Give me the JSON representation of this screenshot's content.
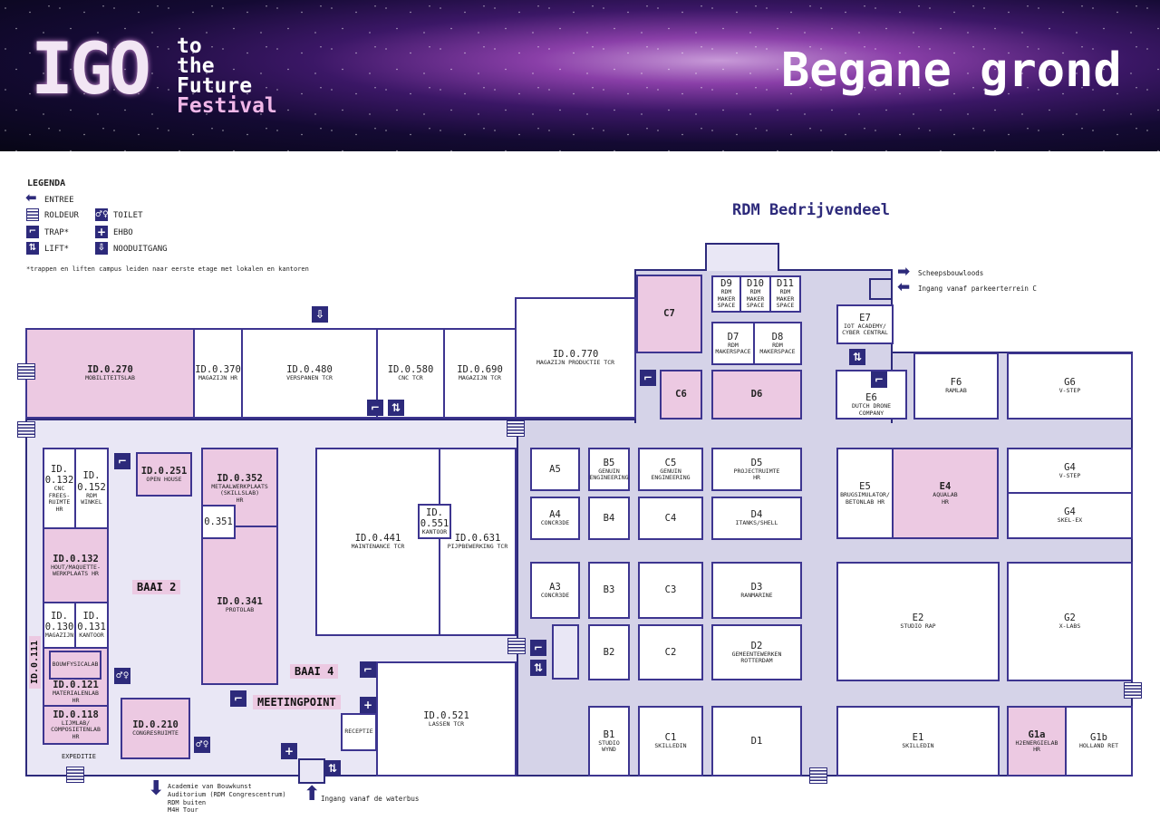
{
  "header": {
    "logo_main": "IGO",
    "logo_lines": [
      "to",
      "the",
      "Future"
    ],
    "logo_festival": "Festival",
    "title": "Begane grond"
  },
  "legend": {
    "title": "LEGENDA",
    "items": {
      "entree": "ENTREE",
      "roldeur": "ROLDEUR",
      "trap": "TRAP*",
      "lift": "LIFT*",
      "toilet": "TOILET",
      "ehbo": "EHBO",
      "nooduitgang": "NOODUITGANG"
    },
    "footnote": "*trappen en liften campus leiden naar eerste etage met lokalen en kantoren"
  },
  "section_title": "RDM Bedrijvendeel",
  "labels": {
    "baai2": "BAAI 2",
    "baai4": "BAAI 4",
    "meetingpoint": "MEETINGPOINT",
    "id0111": "ID.0.111",
    "expeditie": "EXPEDITIE",
    "scheepsbouwloods": "Scheepsbouwloods",
    "parkeerterrein": "Ingang vanaf parkeerterrein C",
    "waterbus": "Ingang vanaf de waterbus",
    "academie": "Academie van Bouwkunst\nAuditorium (RDM Congrescentrum)\nRDM buiten\nM4H Tour"
  },
  "rooms": {
    "id0270": {
      "code": "ID.0.270",
      "name": "MOBILITEITSLAB"
    },
    "id0370": {
      "code": "ID.0.370",
      "name": "MAGAZIJN HR"
    },
    "id0480": {
      "code": "ID.0.480",
      "name": "VERSPANEN TCR"
    },
    "id0580": {
      "code": "ID.0.580",
      "name": "CNC TCR"
    },
    "id0690": {
      "code": "ID.0.690",
      "name": "MAGAZIJN TCR"
    },
    "id0770": {
      "code": "ID.0.770",
      "name": "MAGAZIJN PRODUCTIE TCR"
    },
    "id0132a": {
      "code": "ID.\n0.132",
      "name": "CNC\nFREES-\nRUIMTE\nHR"
    },
    "id0152": {
      "code": "ID.\n0.152",
      "name": "RDM\nWINKEL"
    },
    "id0132": {
      "code": "ID.0.132",
      "name": "HOUT/MAQUETTE-\nWERKPLAATS HR"
    },
    "id0130": {
      "code": "ID.\n0.130",
      "name": "MAGAZIJN"
    },
    "id0131": {
      "code": "ID.\n0.131",
      "name": "KANTOOR"
    },
    "bouwfysica": {
      "code": "",
      "name": "BOUWFYSICALAB"
    },
    "id0121": {
      "code": "ID.0.121",
      "name": "MATERIALENLAB\nHR"
    },
    "id0118": {
      "code": "ID.0.118",
      "name": "LIJMLAB/\nCOMPOSIETENLAB\nHR"
    },
    "id0251": {
      "code": "ID.0.251",
      "name": "OPEN HOUSE"
    },
    "id0352": {
      "code": "ID.0.352",
      "name": "METAALWERKPLAATS\n(SKILLSLAB)\nHR"
    },
    "id0351": {
      "code": "0.351",
      "name": ""
    },
    "id0341": {
      "code": "ID.0.341",
      "name": "PROTOLAB"
    },
    "id0210": {
      "code": "ID.0.210",
      "name": "CONGRESRUIMTE"
    },
    "id0441": {
      "code": "ID.0.441",
      "name": "MAINTENANCE TCR"
    },
    "id0631": {
      "code": "ID.0.631",
      "name": "PIJPBEWERKING TCR"
    },
    "id0551": {
      "code": "ID.\n0.551",
      "name": "KANTOOR"
    },
    "id0521": {
      "code": "ID.0.521",
      "name": "LASSEN TCR"
    },
    "receptie": {
      "code": "",
      "name": "RECEPTIE"
    },
    "C7": {
      "code": "C7",
      "name": ""
    },
    "C6": {
      "code": "C6",
      "name": ""
    },
    "D6": {
      "code": "D6",
      "name": ""
    },
    "D9": {
      "code": "D9",
      "name": "RDM\nMAKER\nSPACE"
    },
    "D10": {
      "code": "D10",
      "name": "RDM\nMAKER\nSPACE"
    },
    "D11": {
      "code": "D11",
      "name": "RDM\nMAKER\nSPACE"
    },
    "D7": {
      "code": "D7",
      "name": "RDM\nMAKERSPACE"
    },
    "D8": {
      "code": "D8",
      "name": "RDM\nMAKERSPACE"
    },
    "E7": {
      "code": "E7",
      "name": "IOT ACADEMY/\nCYBER CENTRAL"
    },
    "E6": {
      "code": "E6",
      "name": "DUTCH DRONE\nCOMPANY"
    },
    "F6": {
      "code": "F6",
      "name": "RAMLAB"
    },
    "G6": {
      "code": "G6",
      "name": "V-STEP"
    },
    "A5": {
      "code": "A5",
      "name": ""
    },
    "B5": {
      "code": "B5",
      "name": "GENUIN\nENGINEERING"
    },
    "C5": {
      "code": "C5",
      "name": "GENUIN\nENGINEERING"
    },
    "D5": {
      "code": "D5",
      "name": "PROJECTRUIMTE\nHR"
    },
    "A4": {
      "code": "A4",
      "name": "CONCR3DE"
    },
    "B4": {
      "code": "B4",
      "name": ""
    },
    "C4": {
      "code": "C4",
      "name": ""
    },
    "D4": {
      "code": "D4",
      "name": "ITANKS/SHELL"
    },
    "A3": {
      "code": "A3",
      "name": "CONCR3DE"
    },
    "B3": {
      "code": "B3",
      "name": ""
    },
    "C3": {
      "code": "C3",
      "name": ""
    },
    "D3": {
      "code": "D3",
      "name": "RANMARINE"
    },
    "B2": {
      "code": "B2",
      "name": ""
    },
    "C2": {
      "code": "C2",
      "name": ""
    },
    "D2": {
      "code": "D2",
      "name": "GEMEENTEWERKEN\nROTTERDAM"
    },
    "B1": {
      "code": "B1",
      "name": "STUDIO\nWYND"
    },
    "C1": {
      "code": "C1",
      "name": "SKILLEDIN"
    },
    "D1": {
      "code": "D1",
      "name": ""
    },
    "E5": {
      "code": "E5",
      "name": "BRUGSIMULATOR/\nBETONLAB HR"
    },
    "E4": {
      "code": "E4",
      "name": "AQUALAB\nHR"
    },
    "G4": {
      "code": "G4",
      "name": "V-STEP"
    },
    "G4b": {
      "code": "G4",
      "name": "SKEL-EX"
    },
    "E2": {
      "code": "E2",
      "name": "STUDIO RAP"
    },
    "G2": {
      "code": "G2",
      "name": "X-LABS"
    },
    "E1": {
      "code": "E1",
      "name": "SKILLEDIN"
    },
    "G1a": {
      "code": "G1a",
      "name": "H2ENERGIELAB\nHR"
    },
    "G1b": {
      "code": "G1b",
      "name": "HOLLAND RET"
    }
  },
  "colors": {
    "navy": "#2d2a7b",
    "highlight": "#ecc9e2",
    "floor_left": "#e9e7f5",
    "floor_right": "#d5d3e8"
  }
}
